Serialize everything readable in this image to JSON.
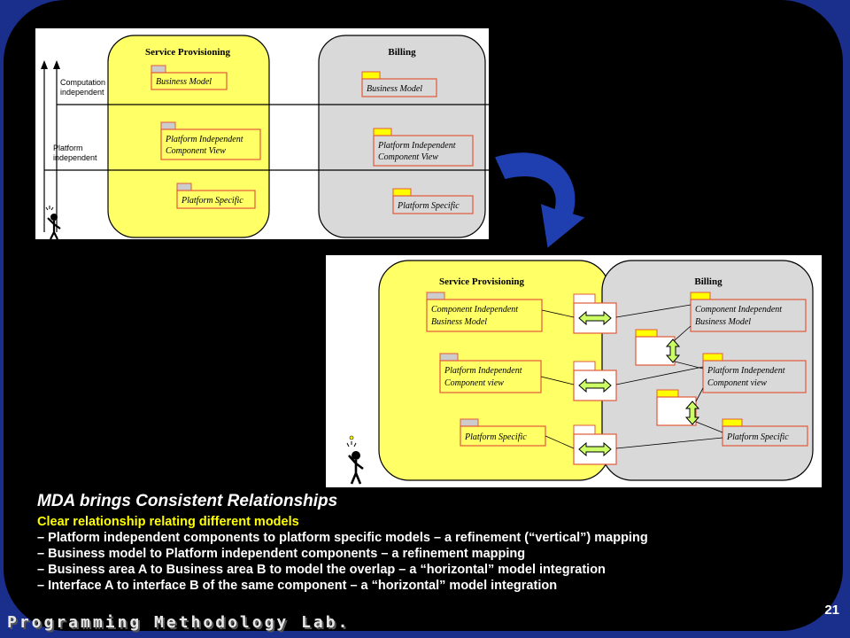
{
  "top_diagram": {
    "service_title": "Service Provisioning",
    "billing_title": "Billing",
    "layer_cim": [
      "Computation",
      "independent"
    ],
    "layer_pim": [
      "Platform",
      "independent"
    ],
    "boxes": {
      "sp_business": "Business Model",
      "sp_pim": [
        "Platform Independent",
        "Component View"
      ],
      "sp_psm": "Platform Specific",
      "b_business": "Business Model",
      "b_pim": [
        "Platform Independent",
        "Component View"
      ],
      "b_psm": "Platform Specific"
    }
  },
  "bottom_diagram": {
    "service_title": "Service Provisioning",
    "billing_title": "Billing",
    "boxes": {
      "sp_cib": [
        "Component Independent",
        "Business Model"
      ],
      "sp_pim": [
        "Platform Independent",
        "Component view"
      ],
      "sp_psm": "Platform Specific",
      "b_cib": [
        "Component Independent",
        "Business Model"
      ],
      "b_pim": [
        "Platform Independent",
        "Component view"
      ],
      "b_psm": "Platform Specific"
    }
  },
  "text": {
    "headline": "MDA brings Consistent Relationships",
    "subhead": "Clear relationship relating different models",
    "bullets": [
      "– Platform independent components to platform specific models – a refinement (“vertical”) mapping",
      "– Business model to Platform independent components – a refinement mapping",
      "– Business area A to Business area B to model the overlap – a “horizontal” model integration",
      "– Interface A to interface B of the same component – a “horizontal” model integration"
    ]
  },
  "page_number": "21",
  "footer_logo": "Programming Methodology Lab.",
  "colors": {
    "background": "#1a2e8c",
    "slide": "#000000",
    "service_area": "#ffff66",
    "billing_area": "#d9d9d9",
    "box_border": "#e25a3a",
    "tab_fill": "#ffff00",
    "tab_grey": "#cccccc",
    "arrow_fill": "#ccff66",
    "flow_arrow": "#1f3fb0",
    "subhead": "#ffff00"
  }
}
